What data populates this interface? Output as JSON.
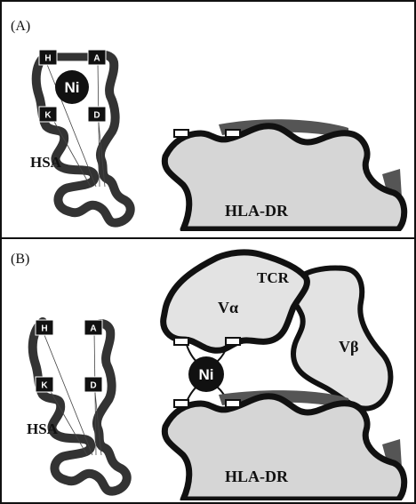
{
  "panels": [
    {
      "id": "A",
      "label": "(A)",
      "hsa_label": "HSA",
      "hla_label": "HLA-DR",
      "ni_label": "Ni",
      "residues": [
        "H",
        "A",
        "K",
        "D"
      ]
    },
    {
      "id": "B",
      "label": "(B)",
      "hsa_label": "HSA",
      "hla_label": "HLA-DR",
      "ni_label": "Ni",
      "tcr_label": "TCR",
      "valpha_label": "Vα",
      "vbeta_label": "Vβ",
      "residues": [
        "H",
        "A",
        "K",
        "D"
      ]
    }
  ],
  "colors": {
    "frame": "#111111",
    "protein_fill": "#d6d6d6",
    "ribbon": "#333333",
    "shadow": "#555555",
    "node_fill": "#111111",
    "background": "#ffffff"
  }
}
